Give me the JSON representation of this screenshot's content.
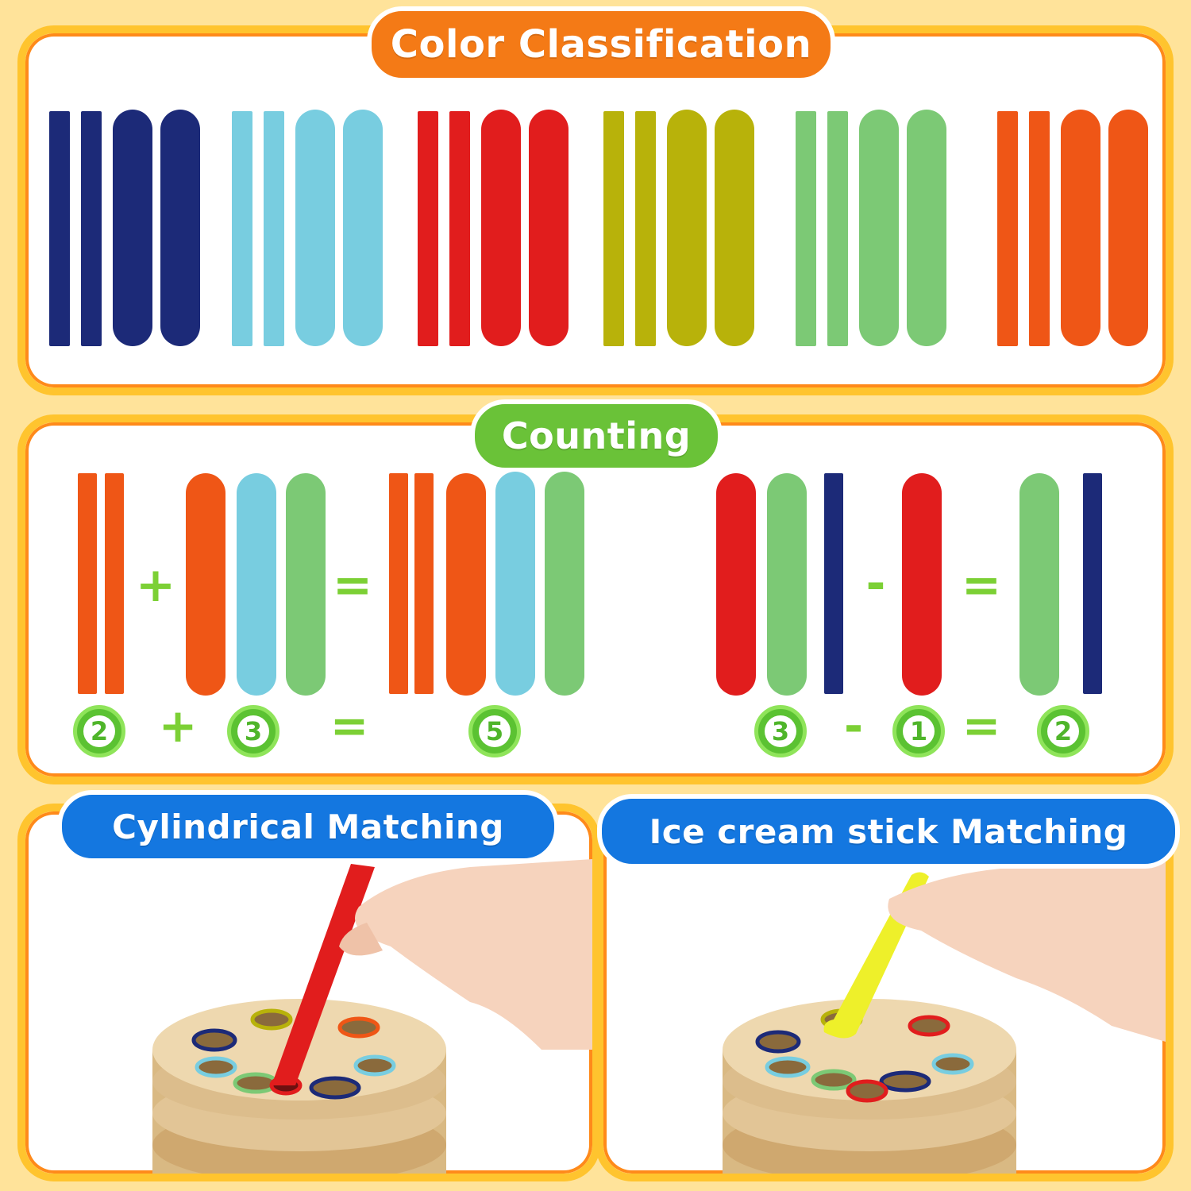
{
  "sections": {
    "color_classification": {
      "title": "Color Classification",
      "title_color": "#f47a16"
    },
    "counting": {
      "title": "Counting",
      "title_color": "#6ac238"
    },
    "cylindrical": {
      "title": "Cylindrical Matching",
      "title_color": "#1477e0"
    },
    "icecream": {
      "title": "Ice cream stick Matching",
      "title_color": "#1477e0"
    }
  },
  "palette": {
    "navy": "#1c2a78",
    "sky": "#78cde0",
    "red": "#e11d1d",
    "olive": "#b8b20a",
    "green": "#7cc975",
    "orange": "#ef5616",
    "yellow": "#eef02a",
    "wood": "#e6cfa3"
  },
  "color_groups": [
    "navy",
    "sky",
    "red",
    "olive",
    "green",
    "orange"
  ],
  "equations": {
    "addition": {
      "a": "2",
      "op": "+",
      "b": "3",
      "eq": "=",
      "result": "5"
    },
    "subtraction": {
      "a": "3",
      "op": "-",
      "b": "1",
      "eq": "=",
      "result": "2"
    }
  }
}
